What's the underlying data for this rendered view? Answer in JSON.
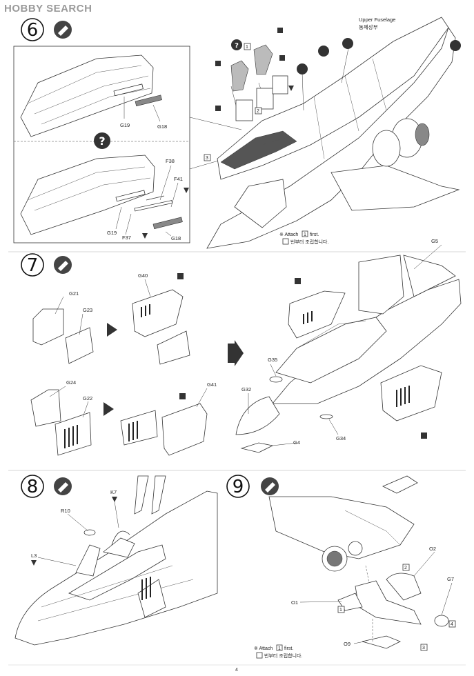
{
  "watermark": "HOBBY SEARCH",
  "page_number": "4",
  "steps": [
    {
      "number": "6",
      "header": "Upper Fuselage",
      "header_korean": "동체상부",
      "labels": [
        "G19",
        "G18",
        "F38",
        "F41",
        "F37",
        "G19",
        "G18"
      ],
      "callout_numbers": [
        "3",
        "2",
        "1"
      ],
      "note": "Attach",
      "note_ref": "1",
      "note_suffix": "first.",
      "note_korean": "번부터 조립합니다."
    },
    {
      "number": "7",
      "labels": [
        "G40",
        "G21",
        "G23",
        "G24",
        "G22",
        "G41",
        "G5",
        "G35",
        "G32",
        "G34",
        "G4"
      ]
    },
    {
      "number": "8",
      "labels": [
        "K7",
        "R10",
        "L3"
      ]
    },
    {
      "number": "9",
      "labels": [
        "O2",
        "G7",
        "O1",
        "O9"
      ],
      "callout_numbers": [
        "2",
        "1",
        "4",
        "3"
      ],
      "note": "Attach",
      "note_ref": "1",
      "note_suffix": "first.",
      "note_korean": "번부터 조립합니다."
    }
  ]
}
